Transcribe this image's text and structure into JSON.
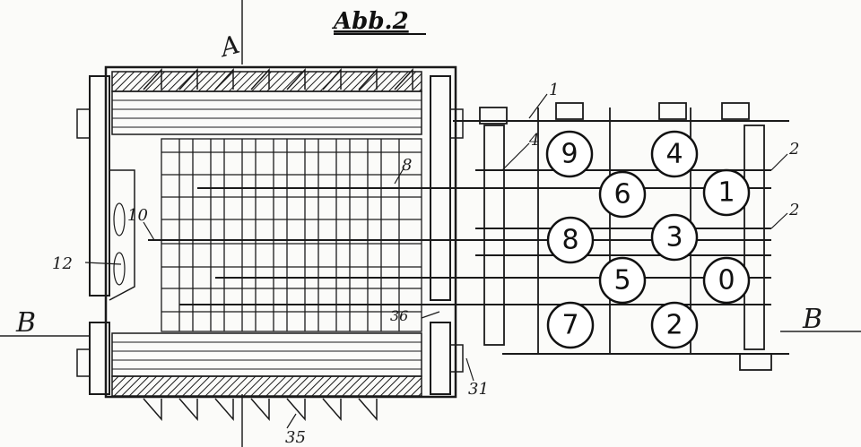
{
  "figure": {
    "title": "Abb.2",
    "section_marker_top": "A",
    "section_marker_left": "B",
    "section_marker_right": "B"
  },
  "labels": {
    "l1": "1",
    "l2a": "2",
    "l2b": "2",
    "l4": "4",
    "l8": "8",
    "l10": "10",
    "l12": "12",
    "l31": "31",
    "l35": "35",
    "l36": "36"
  },
  "keys": [
    "9",
    "4",
    "6",
    "1",
    "8",
    "3",
    "5",
    "0",
    "7",
    "2"
  ],
  "colors": {
    "ink": "#1a1a1a",
    "paper": "#fbfbf9"
  }
}
